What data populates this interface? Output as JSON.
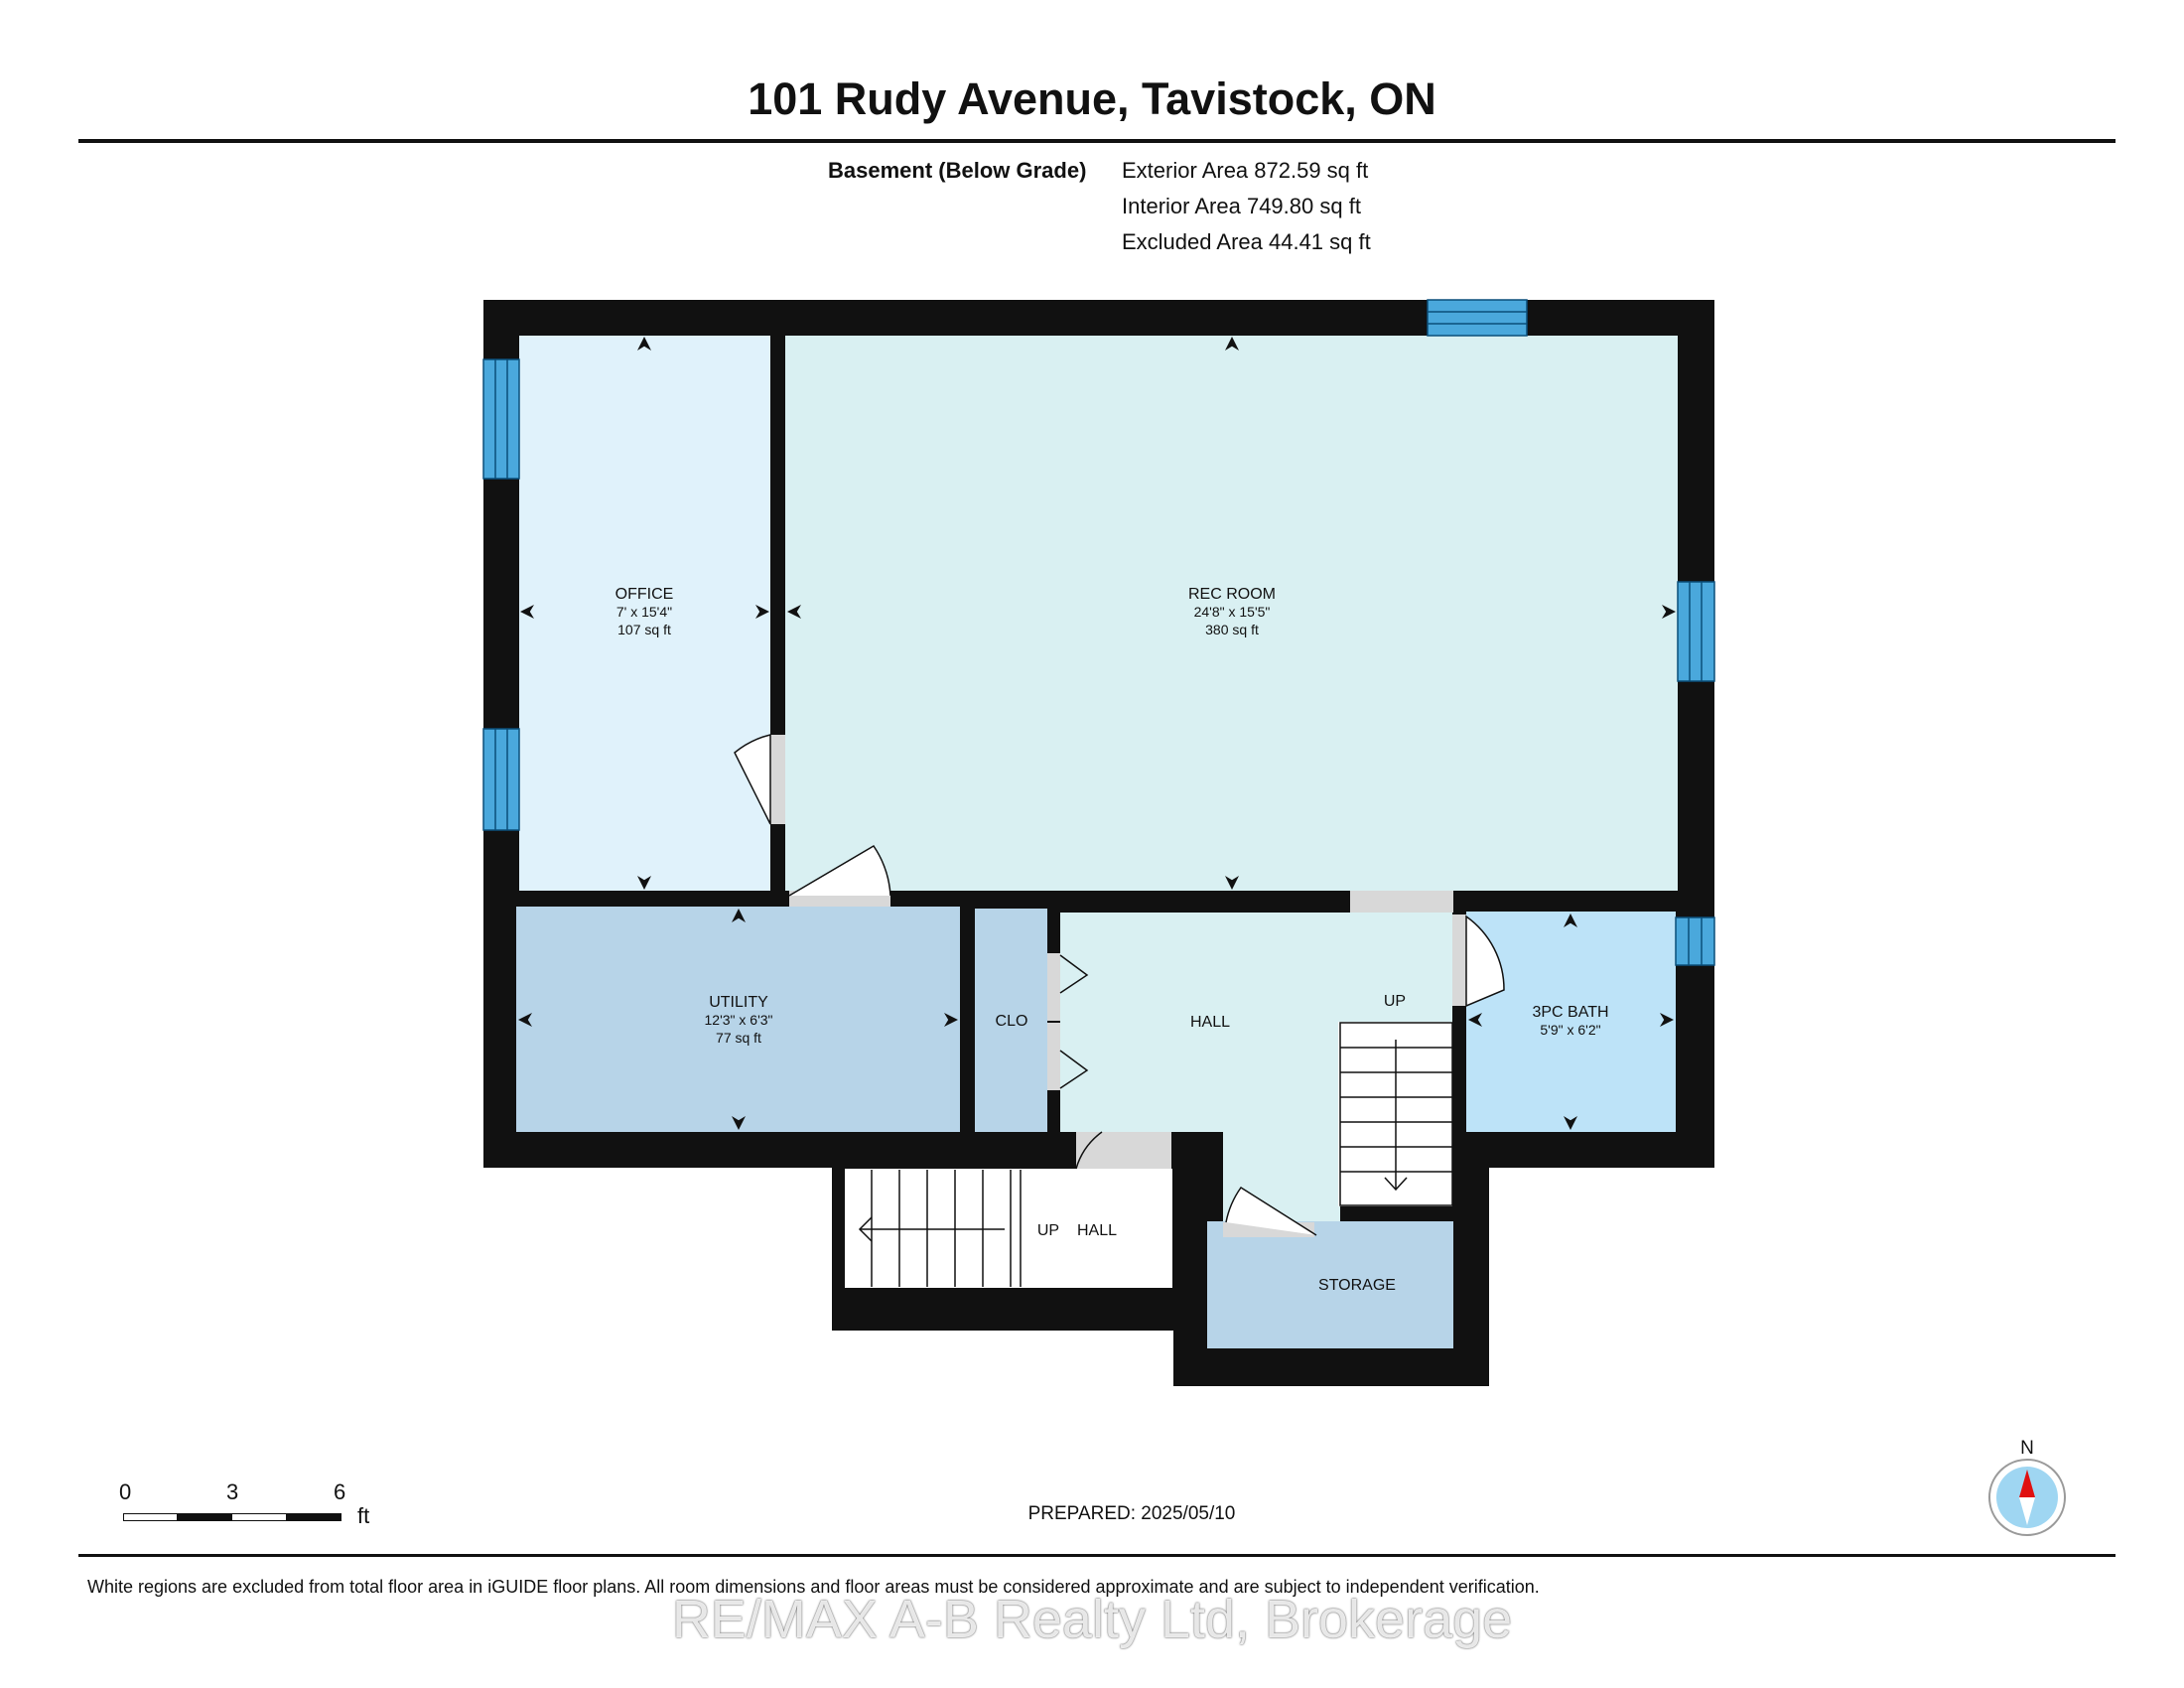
{
  "header": {
    "title": "101 Rudy Avenue, Tavistock, ON"
  },
  "summary": {
    "level_label": "Basement (Below Grade)",
    "areas": [
      "Exterior Area 872.59 sq ft",
      "Interior Area 749.80 sq ft",
      "Excluded Area 44.41 sq ft"
    ]
  },
  "rooms": {
    "office": {
      "name": "OFFICE",
      "dims": "7' x 15'4\"",
      "area": "107 sq ft"
    },
    "rec_room": {
      "name": "REC ROOM",
      "dims": "24'8\" x 15'5\"",
      "area": "380 sq ft"
    },
    "utility": {
      "name": "UTILITY",
      "dims": "12'3\" x 6'3\"",
      "area": "77 sq ft"
    },
    "closet": {
      "name": "CLO"
    },
    "hall": {
      "name": "HALL"
    },
    "stair_up": {
      "name": "UP"
    },
    "bath": {
      "name": "3PC BATH",
      "dims": "5'9\" x 6'2\""
    },
    "lower_stair_up": {
      "name": "UP"
    },
    "lower_hall": {
      "name": "HALL"
    },
    "storage": {
      "name": "STORAGE"
    }
  },
  "scale_bar": {
    "ticks": [
      "0",
      "3",
      "6"
    ],
    "unit": "ft"
  },
  "compass": {
    "label": "N"
  },
  "footer": {
    "prepared": "PREPARED: 2025/05/10",
    "disclaimer": "White regions are excluded from total floor area in iGUIDE floor plans. All room dimensions and floor areas must be considered approximate and are subject to independent verification.",
    "watermark": "RE/MAX A-B Realty Ltd, Brokerage"
  },
  "colors": {
    "wall": "#111111",
    "window": "#4aa8dc",
    "office": "#e0f2fb",
    "rec_room": "#d9f0f2",
    "utility": "#b7d4e8",
    "hall": "#d9f0f2",
    "bath": "#bde3f8",
    "storage": "#b7d4e8",
    "door": "#d8d8d8",
    "compass_fill": "#9fd6f2",
    "compass_needle": "#e01010"
  }
}
